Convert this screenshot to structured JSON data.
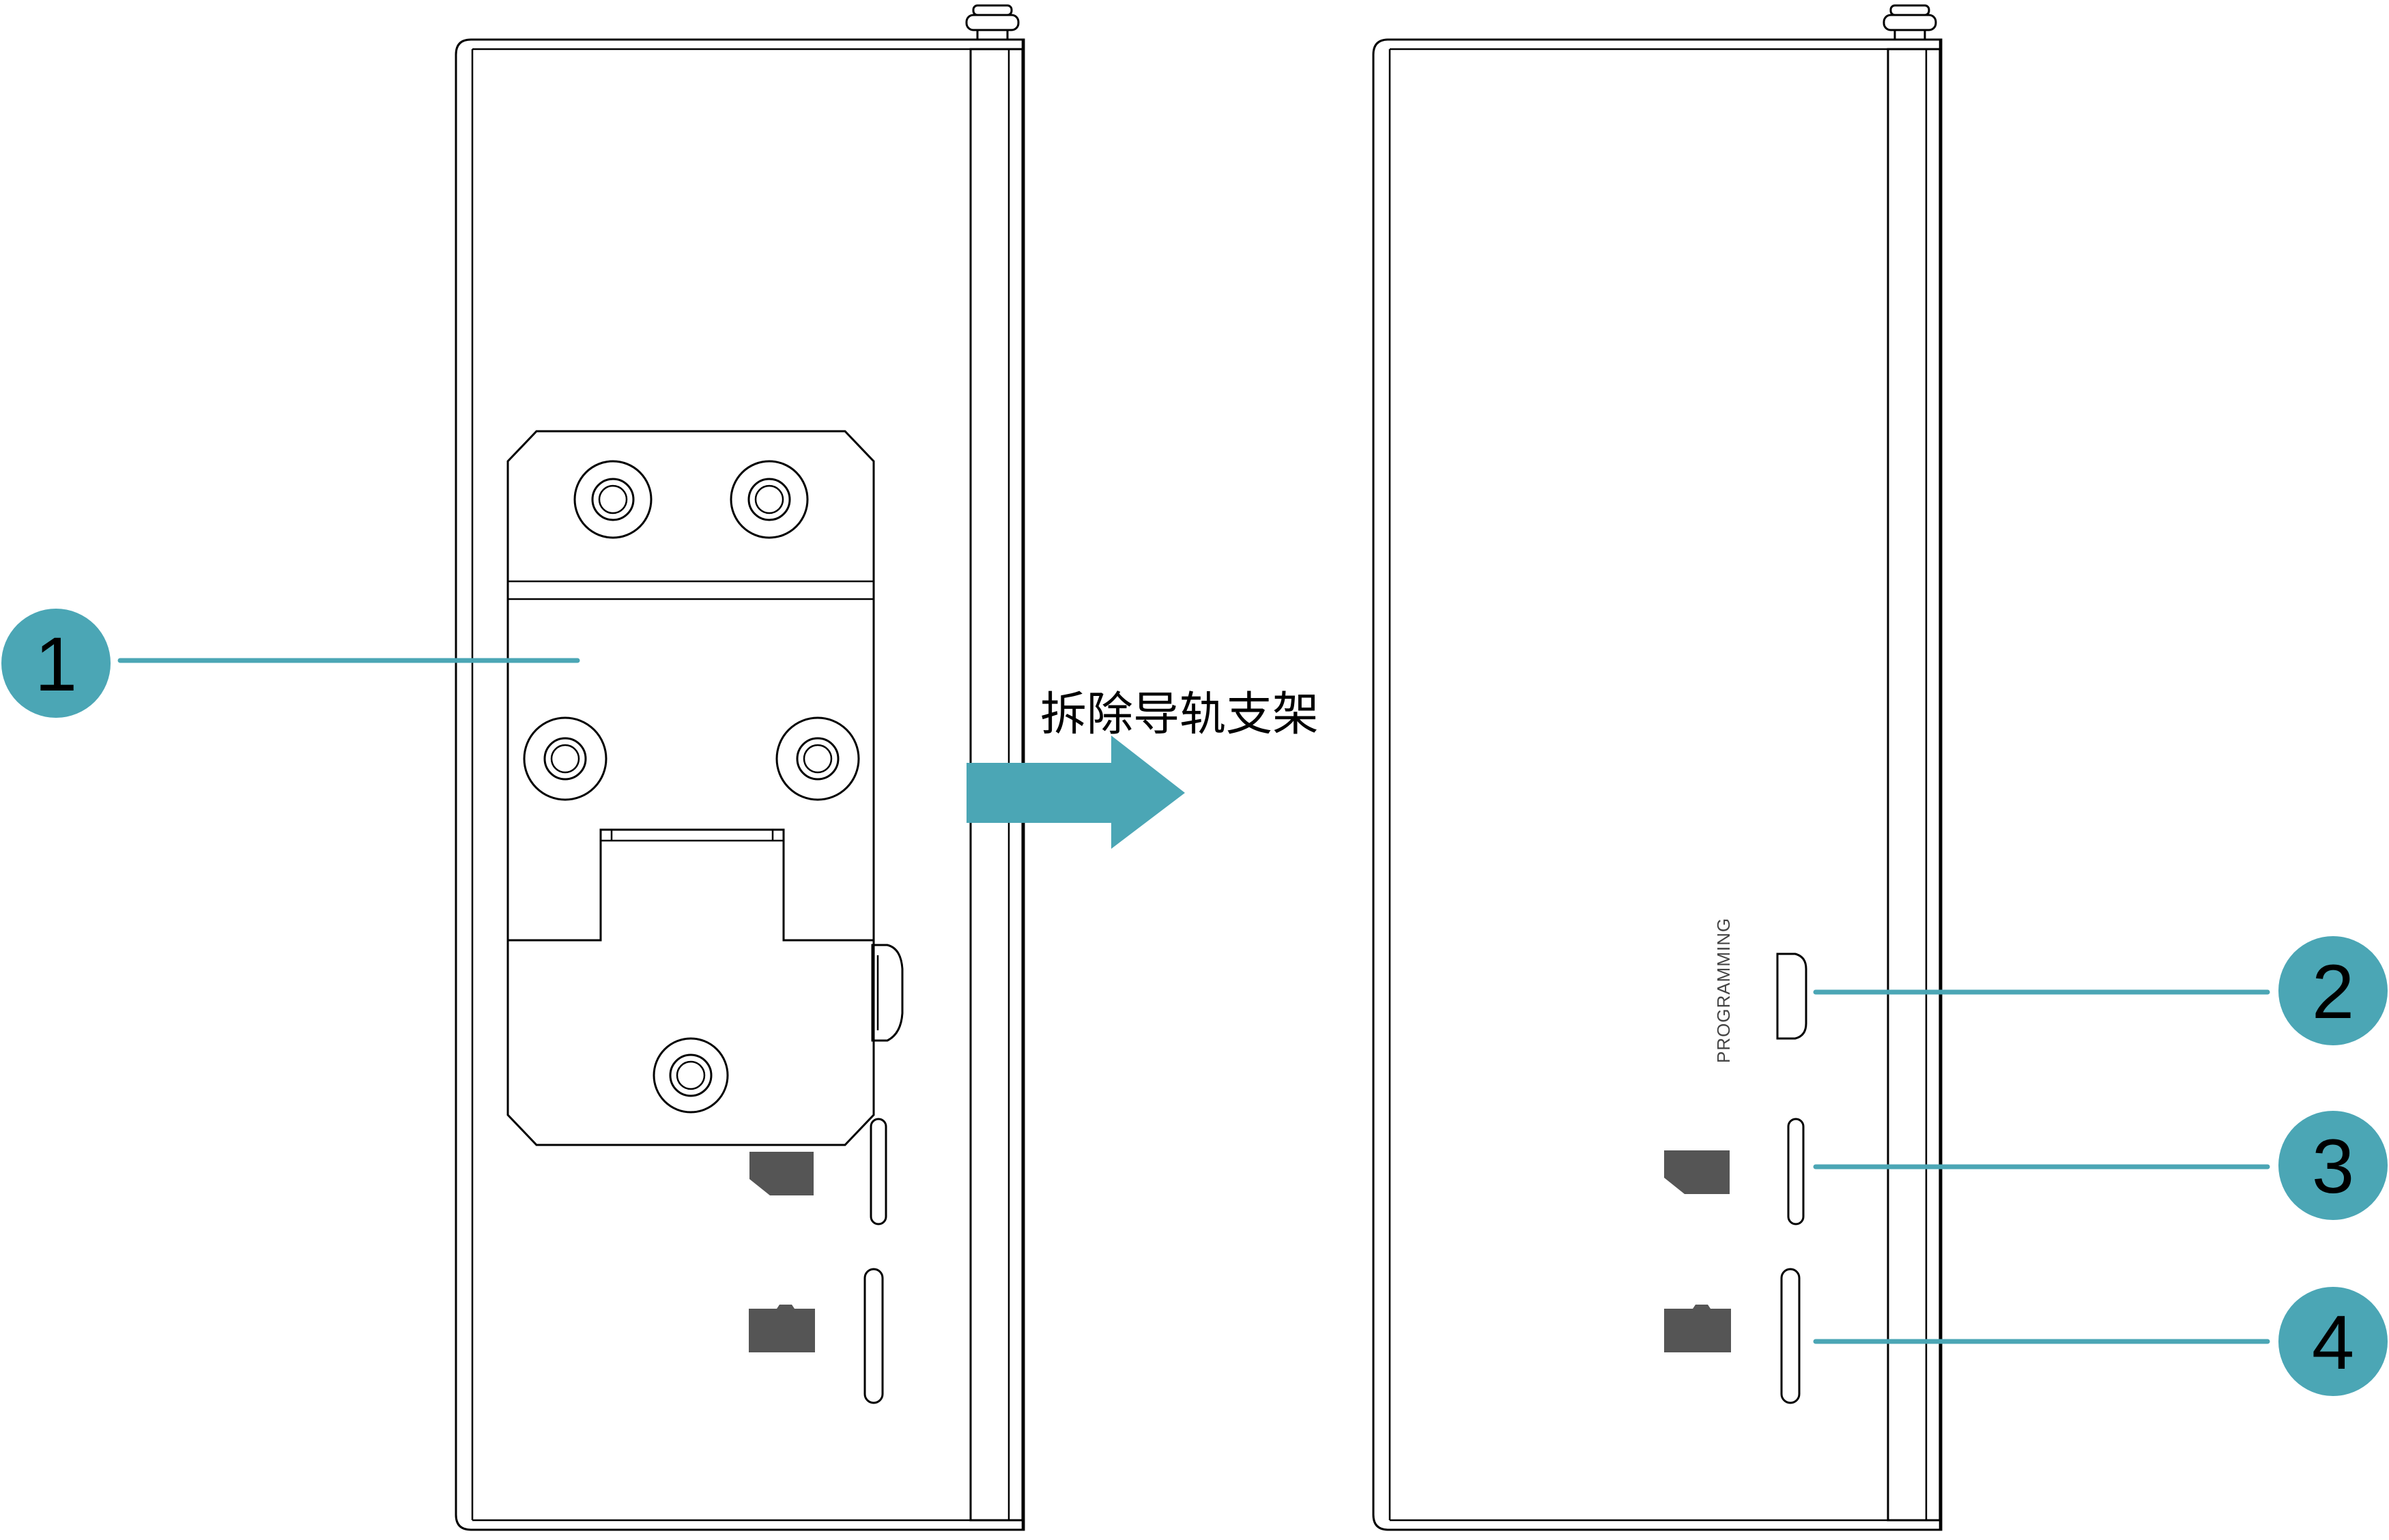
{
  "arrow_caption": "拆除导轨支架",
  "port_label": "PROGRAMMING",
  "callouts": [
    {
      "number": "1",
      "target": "din-rail-bracket"
    },
    {
      "number": "2",
      "target": "programming-port"
    },
    {
      "number": "3",
      "target": "sd-card-slot-1"
    },
    {
      "number": "4",
      "target": "sd-card-slot-2"
    }
  ],
  "colors": {
    "accent": "#4ba6b5",
    "line": "#000000",
    "card_icon": "#555555"
  },
  "icons": [
    "sd-card-icon",
    "screw-hole-icon",
    "arrow-right-icon"
  ]
}
